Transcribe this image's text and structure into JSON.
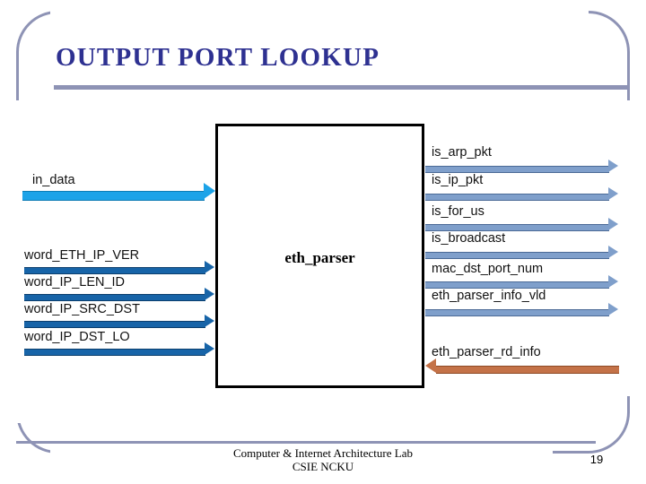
{
  "slide": {
    "title": "OUTPUT PORT LOOKUP",
    "page_number": "19",
    "footer_line1": "Computer & Internet Architecture Lab",
    "footer_line2": "CSIE NCKU",
    "accent_color": "#8e93b5",
    "title_color": "#2e3191"
  },
  "module": {
    "name": "eth_parser",
    "border_color": "#000000"
  },
  "inputs_left": [
    {
      "label": "in_data",
      "style": "indata",
      "color": "#1CA3E8"
    },
    {
      "label": "word_ETH_IP_VER",
      "style": "word",
      "color": "#1764a8"
    },
    {
      "label": "word_IP_LEN_ID",
      "style": "word",
      "color": "#1764a8"
    },
    {
      "label": "word_IP_SRC_DST",
      "style": "word",
      "color": "#1764a8"
    },
    {
      "label": "word_IP_DST_LO",
      "style": "word",
      "color": "#1764a8"
    }
  ],
  "outputs_right": [
    {
      "label": "is_arp_pkt",
      "color": "#7f9fcb",
      "direction": "out"
    },
    {
      "label": "is_ip_pkt",
      "color": "#7f9fcb",
      "direction": "out"
    },
    {
      "label": "is_for_us",
      "color": "#7f9fcb",
      "direction": "out"
    },
    {
      "label": "is_broadcast",
      "color": "#7f9fcb",
      "direction": "out"
    },
    {
      "label": "mac_dst_port_num",
      "color": "#7f9fcb",
      "direction": "out"
    },
    {
      "label": "eth_parser_info_vld",
      "color": "#7f9fcb",
      "direction": "out"
    },
    {
      "label": "eth_parser_rd_info",
      "color": "#c47248",
      "direction": "in"
    }
  ]
}
